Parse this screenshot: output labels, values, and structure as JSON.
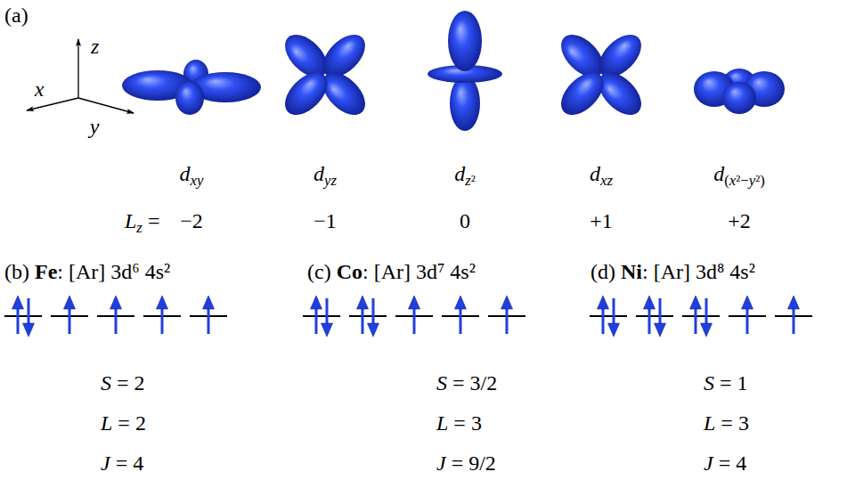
{
  "diagram": {
    "labels": [
      "(a)",
      "z",
      "x",
      "y",
      "dxy",
      "dyz",
      "dz²",
      "dxz",
      "d(x²−y²)",
      "Lz =",
      "−2",
      "−1",
      "0",
      "+1",
      "+2",
      "(b) Fe: [Ar] 3d⁶ 4s²",
      "(c) Co: [Ar] 3d⁷ 4s²",
      "(d) Ni: [Ar] 3d⁸ 4s²",
      "S = 2",
      "L = 2",
      "J = 4",
      "S = 3/2",
      "L = 3",
      "J = 9/2",
      "S = 1",
      "L = 3",
      "J = 4"
    ]
  }
}
